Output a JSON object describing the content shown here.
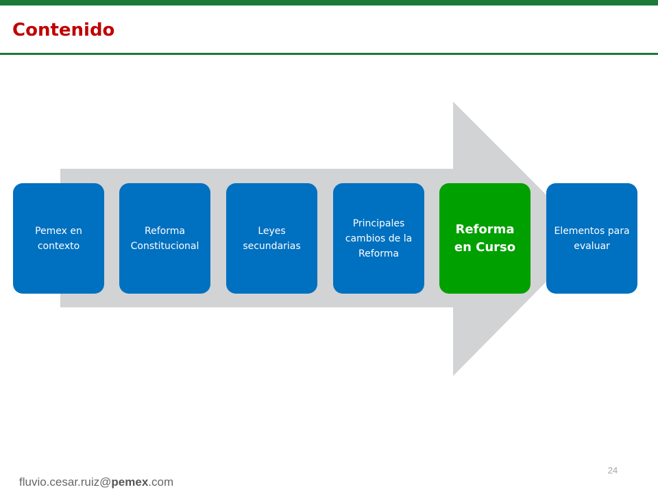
{
  "slide": {
    "title": "Contenido",
    "page_number": "24"
  },
  "steps": [
    {
      "label": "Pemex en contexto",
      "active": false
    },
    {
      "label": "Reforma Constitucional",
      "active": false
    },
    {
      "label": "Leyes secundarias",
      "active": false
    },
    {
      "label": "Principales cambios de la Reforma",
      "active": false
    },
    {
      "label": "Reforma en Curso",
      "active": true
    },
    {
      "label": "Elementos para evaluar",
      "active": false
    }
  ],
  "footer": {
    "email_user": "fluvio.cesar.ruiz@",
    "email_brand": "pemex",
    "email_tld": ".com"
  },
  "colors": {
    "brand_green": "#1a7a36",
    "title_red": "#c00000",
    "step_blue": "#0070c0",
    "step_active_green": "#00a000",
    "arrow_gray": "#d1d3d4"
  }
}
